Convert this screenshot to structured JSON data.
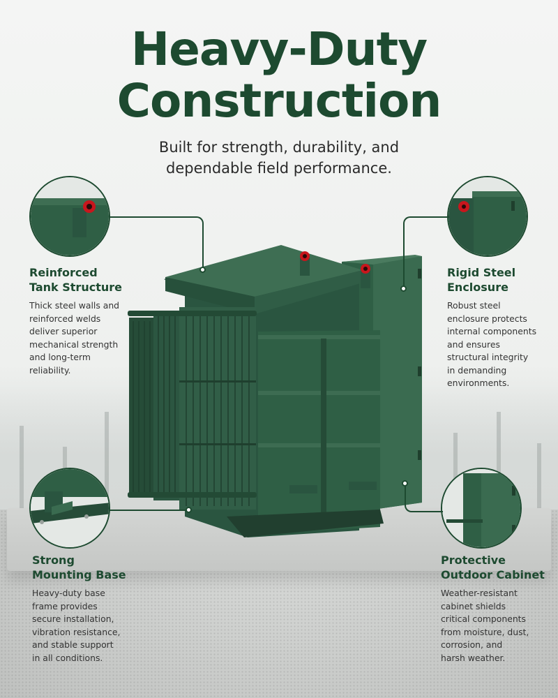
{
  "header": {
    "title_line1": "Heavy-Duty",
    "title_line2": "Construction",
    "subtitle_line1": "Built for strength, durability, and",
    "subtitle_line2": "dependable field performance."
  },
  "features": {
    "tank": {
      "title_line1": "Reinforced",
      "title_line2": "Tank Structure",
      "desc": [
        "Thick steel walls and",
        "reinforced welds",
        "deliver superior",
        "mechanical strength",
        "and long-term",
        "reliability."
      ]
    },
    "enclosure": {
      "title_line1": "Rigid Steel",
      "title_line2": "Enclosure",
      "desc": [
        "Robust steel",
        "enclosure protects",
        "internal components",
        "and ensures",
        "structural integrity",
        "in demanding",
        "environments."
      ]
    },
    "base": {
      "title_line1": "Strong",
      "title_line2": "Mounting Base",
      "desc": [
        "Heavy-duty base",
        "frame provides",
        "secure installation,",
        "vibration resistance,",
        "and stable support",
        "in all conditions."
      ]
    },
    "cabinet": {
      "title_line1": "Protective",
      "title_line2": "Outdoor Cabinet",
      "desc": [
        "Weather-resistant",
        "cabinet shields",
        "critical components",
        "from moisture, dust,",
        "corrosion, and",
        "harsh weather."
      ]
    }
  },
  "colors": {
    "brand_green": "#1d4a30",
    "tank_green": "#2f5f45",
    "tank_dark": "#234a35",
    "accent_red": "#c8161d"
  },
  "icons": {
    "tank": "lifting-lug-closeup",
    "enclosure": "enclosure-corner-closeup",
    "base": "base-frame-closeup",
    "cabinet": "cabinet-hinge-closeup"
  }
}
